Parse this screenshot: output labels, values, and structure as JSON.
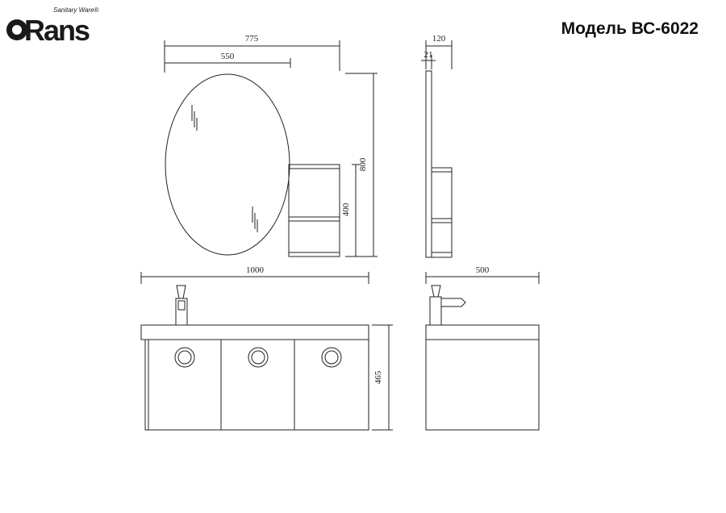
{
  "logo": {
    "brand": "Rans",
    "tagline": "Sanitary Ware®"
  },
  "title": "Модель ВС-6022",
  "dimensions": {
    "mirror_total_width": "775",
    "mirror_width": "550",
    "mirror_total_height": "800",
    "shelf_height": "400",
    "side_depth_total": "120",
    "side_panel_thickness": "21",
    "cabinet_width": "1000",
    "cabinet_height": "465",
    "cabinet_depth": "500"
  }
}
